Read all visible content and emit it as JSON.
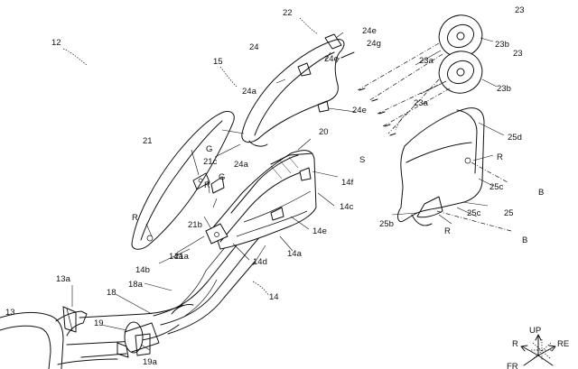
{
  "figure": {
    "labels": {
      "l12": "12",
      "l13": "13",
      "l13a": "13a",
      "l14": "14",
      "l14a_1": "14a",
      "l14a_2": "14a",
      "l14b": "14b",
      "l14c": "14c",
      "l14d": "14d",
      "l14e": "14e",
      "l14f": "14f",
      "l15": "15",
      "l18": "18",
      "l18a": "18a",
      "l19": "19",
      "l19a": "19a",
      "l20": "20",
      "l21": "21",
      "l21a": "21a",
      "l21b": "21b",
      "l21c": "21c",
      "l22": "22",
      "l23_1": "23",
      "l23_2": "23",
      "l23a_1": "23a",
      "l23a_2": "23a",
      "l23b_1": "23b",
      "l23b_2": "23b",
      "l24": "24",
      "l24a_1": "24a",
      "l24a_2": "24a",
      "l24e_1": "24e",
      "l24e_2": "24e",
      "l24e_3": "24e",
      "l24g": "24g",
      "l25": "25",
      "l25b": "25b",
      "l25c_1": "25c",
      "l25c_2": "25c",
      "l25d": "25d",
      "lG_1": "G",
      "lG_2": "G",
      "lR_1": "R",
      "lR_2": "R",
      "lR_3": "R",
      "lR_4": "R",
      "lS": "S",
      "lB_1": "B",
      "lB_2": "B"
    },
    "compass": {
      "up": "UP",
      "re": "RE",
      "r": "R",
      "fr": "FR"
    }
  }
}
